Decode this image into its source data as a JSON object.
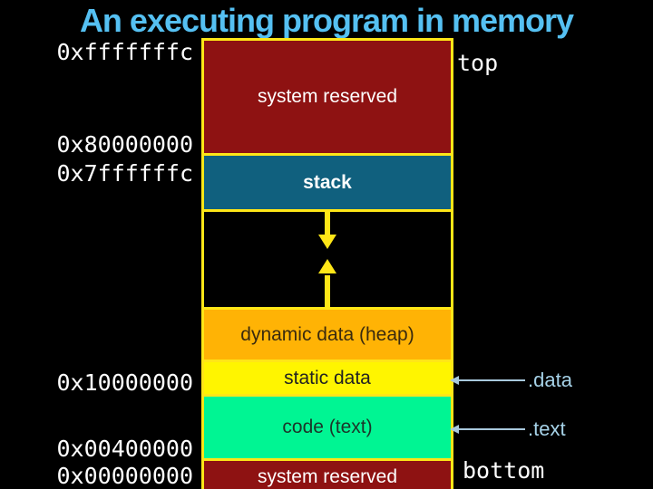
{
  "title": "An executing program in memory",
  "address_labels": [
    {
      "text": "0xfffffffc"
    },
    {
      "text": "0x80000000"
    },
    {
      "text": "0x7ffffffc"
    },
    {
      "text": "0x10000000"
    },
    {
      "text": "0x00400000"
    },
    {
      "text": "0x00000000"
    }
  ],
  "regions": [
    {
      "name": "system-reserved-top",
      "label": "system reserved"
    },
    {
      "name": "stack",
      "label": "stack"
    },
    {
      "name": "growth-gap",
      "label": ""
    },
    {
      "name": "heap",
      "label": "dynamic data (heap)"
    },
    {
      "name": "static-data",
      "label": "static data"
    },
    {
      "name": "code",
      "label": "code (text)"
    },
    {
      "name": "system-reserved-bottom",
      "label": "system reserved"
    }
  ],
  "markers": {
    "top": "top",
    "bottom": "bottom"
  },
  "section_pointers": [
    {
      "label": ".data"
    },
    {
      "label": ".text"
    }
  ],
  "colors": {
    "background": "#000000",
    "title_text": "#55C0F2",
    "box_border": "#FFE617",
    "system_reserved_fill": "#8E1212",
    "stack_fill": "#10607E",
    "heap_fill": "#FFB305",
    "static_data_fill": "#FFF500",
    "code_fill": "#00F593",
    "address_text": "#FFFFFF",
    "pointer_line": "#A8C8DC",
    "pointer_text": "#A6D2E8",
    "growth_arrow": "#FFE617"
  }
}
